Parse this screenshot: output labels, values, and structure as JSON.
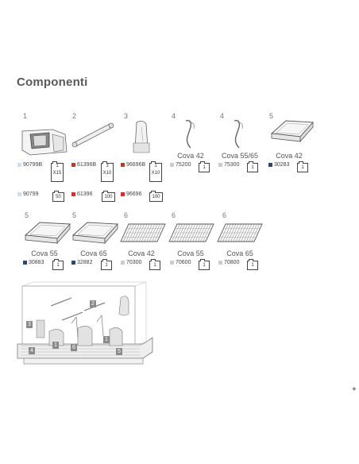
{
  "title": "Componenti",
  "row1": [
    {
      "idx": "1",
      "codes": [
        {
          "code": "90799B",
          "qty": [
            "1",
            "X15"
          ],
          "color": "#cfe0ec"
        },
        {
          "code": "90799",
          "qty": [
            "50"
          ],
          "color": "#cfe0ec"
        }
      ]
    },
    {
      "idx": "2",
      "codes": [
        {
          "code": "61396B",
          "qty": [
            "3",
            "X10"
          ],
          "color": "#c0392b"
        },
        {
          "code": "61396",
          "qty": [
            "100"
          ],
          "color": "#c0392b"
        }
      ]
    },
    {
      "idx": "3",
      "codes": [
        {
          "code": "96696B",
          "qty": [
            "1",
            "X10"
          ],
          "color": "#c0392b"
        },
        {
          "code": "96696",
          "qty": [
            "100"
          ],
          "color": "#c0392b"
        }
      ]
    },
    {
      "idx": "4",
      "name": "Cova 42",
      "codes": [
        {
          "code": "75200",
          "qty": [
            "1"
          ],
          "color": "#cccccc"
        }
      ]
    },
    {
      "idx": "4",
      "name": "Cova 55/65",
      "codes": [
        {
          "code": "75300",
          "qty": [
            "1"
          ],
          "color": "#cccccc"
        }
      ]
    },
    {
      "idx": "5",
      "name": "Cova 42",
      "codes": [
        {
          "code": "30283",
          "qty": [
            "1"
          ],
          "color": "#2c4a6b"
        }
      ]
    }
  ],
  "row2": [
    {
      "idx": "5",
      "name": "Cova 55",
      "codes": [
        {
          "code": "30883",
          "qty": [
            "1"
          ],
          "color": "#2c4a6b"
        }
      ]
    },
    {
      "idx": "5",
      "name": "Cova 65",
      "codes": [
        {
          "code": "32882",
          "qty": [
            "1"
          ],
          "color": "#2c4a6b"
        }
      ]
    },
    {
      "idx": "6",
      "name": "Cova 42",
      "codes": [
        {
          "code": "70300",
          "qty": [
            "1"
          ],
          "color": "#cccccc"
        }
      ]
    },
    {
      "idx": "6",
      "name": "Cova 55",
      "codes": [
        {
          "code": "70600",
          "qty": [
            "1"
          ],
          "color": "#cccccc"
        }
      ]
    },
    {
      "idx": "6",
      "name": "Cova 65",
      "codes": [
        {
          "code": "70800",
          "qty": [
            "1"
          ],
          "color": "#cccccc"
        }
      ]
    }
  ],
  "callouts": [
    "2",
    "3",
    "1",
    "6",
    "1",
    "4",
    "5"
  ],
  "plus": "+"
}
